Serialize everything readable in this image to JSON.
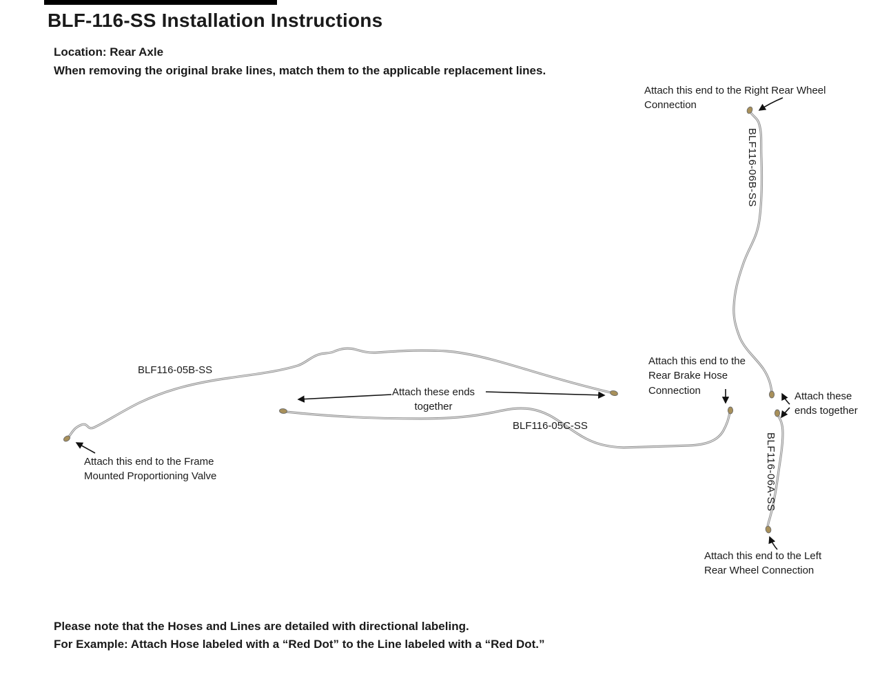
{
  "page": {
    "title": "BLF-116-SS Installation Instructions",
    "location_line": "Location: Rear Axle",
    "instruction_line": "When removing the original brake lines, match them to the applicable replacement lines.",
    "footer_line1": "Please note that the Hoses and Lines are detailed with directional labeling.",
    "footer_line2": "For Example: Attach Hose labeled with a “Red Dot” to the Line labeled with a “Red Dot.”"
  },
  "annotations": {
    "right_rear_wheel": "Attach this end to the Right Rear Wheel Connection",
    "rear_brake_hose": "Attach this end to the Rear Brake Hose Connection",
    "ends_together_center": "Attach these ends together",
    "ends_together_right": "Attach these ends together",
    "left_rear_wheel": "Attach this end to the Left Rear Wheel Connection",
    "frame_valve": "Attach this end to the Frame Mounted Proportioning Valve"
  },
  "part_labels": {
    "line_05b": "BLF116-05B-SS",
    "line_05c": "BLF116-05C-SS",
    "line_06b": "BLF116-06B-SS",
    "line_06a": "BLF116-06A-SS"
  },
  "colors": {
    "line_gray": "#8f8f8f",
    "line_highlight": "#e4e4e4",
    "fitting_brass": "#a8905a",
    "arrow_black": "#111111",
    "text_black": "#1a1a1a"
  }
}
